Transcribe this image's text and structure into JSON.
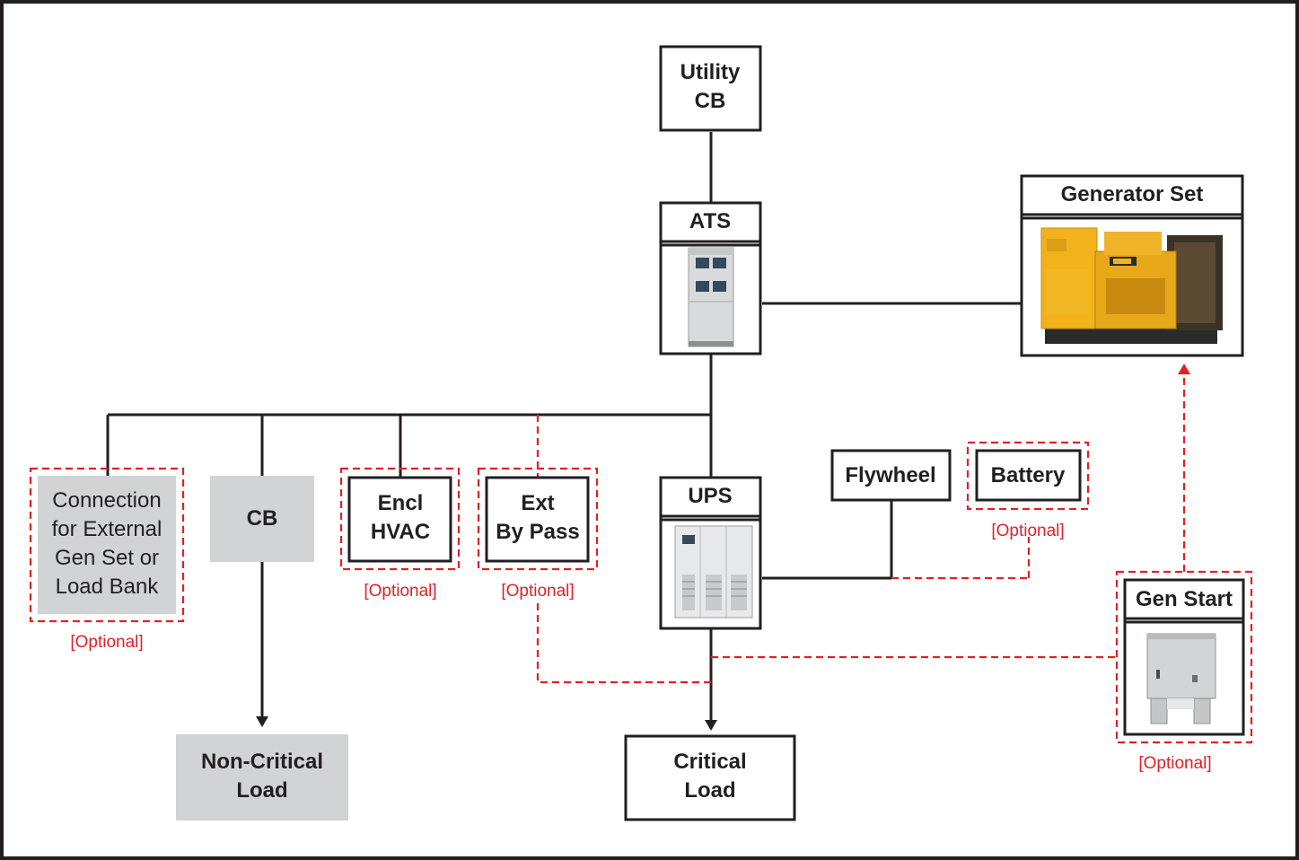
{
  "colors": {
    "wire": "#231f20",
    "optional": "#e31f26",
    "gray_fill": "#d1d3d4"
  },
  "nodes": {
    "utility_cb": {
      "line1": "Utility",
      "line2": "CB"
    },
    "ats": {
      "label": "ATS",
      "image": "transfer-switch-cabinet"
    },
    "generator_set": {
      "label": "Generator Set",
      "image": "generator-set"
    },
    "external_connection": {
      "line1": "Connection",
      "line2": "for External",
      "line3": "Gen Set or",
      "line4": "Load Bank",
      "optional_label": "[Optional]"
    },
    "cb": {
      "label": "CB"
    },
    "encl_hvac": {
      "line1": "Encl",
      "line2": "HVAC",
      "optional_label": "[Optional]"
    },
    "ext_bypass": {
      "line1": "Ext",
      "line2": "By Pass",
      "optional_label": "[Optional]"
    },
    "ups": {
      "label": "UPS",
      "image": "ups-cabinet"
    },
    "flywheel": {
      "label": "Flywheel"
    },
    "battery": {
      "label": "Battery",
      "optional_label": "[Optional]"
    },
    "gen_start": {
      "label": "Gen Start",
      "image": "gen-start-panel",
      "optional_label": "[Optional]"
    },
    "non_critical_load": {
      "line1": "Non-Critical",
      "line2": "Load"
    },
    "critical_load": {
      "line1": "Critical",
      "line2": "Load"
    }
  }
}
